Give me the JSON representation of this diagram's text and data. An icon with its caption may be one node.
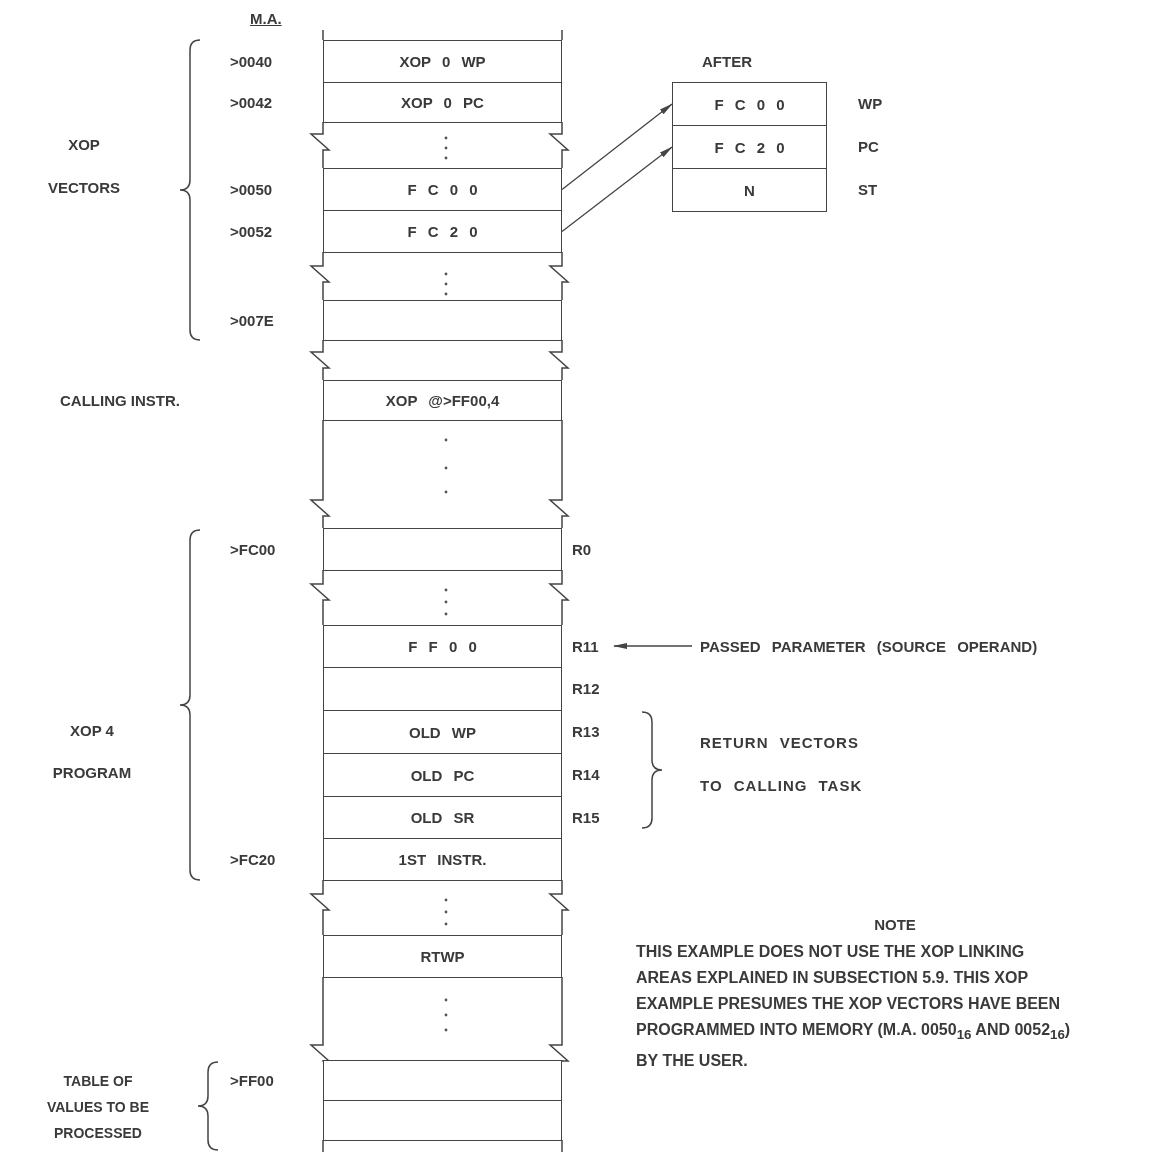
{
  "diagram": {
    "nodes": [
      {
        "text": [
          "XOP 0 WP"
        ],
        "beside": [
          ">0040"
        ]
      },
      {
        "text": [
          "XOP 0 PC"
        ],
        "beside": [
          ">0042"
        ]
      },
      {
        "text": [
          "F C 0 0"
        ],
        "beside": [
          ">0050"
        ]
      },
      {
        "text": [
          "F C 2 0"
        ],
        "beside": [
          ">0052"
        ]
      },
      {
        "text": [],
        "shape": "box",
        "beside": [
          ">007E"
        ]
      },
      {
        "text": [
          "XOP @>FF00,4"
        ]
      },
      {
        "text": [],
        "shape": "box",
        "beside": [
          ">FC00",
          "R0"
        ]
      },
      {
        "text": [
          "F F 0 0"
        ]
      },
      {
        "text": [],
        "shape": "box",
        "beside": [
          "R12"
        ]
      },
      {
        "text": [
          "OLD WP"
        ],
        "beside": [
          "R13"
        ]
      },
      {
        "text": [
          "OLD PC"
        ],
        "beside": [
          "R14"
        ]
      },
      {
        "text": [
          "OLD SR"
        ],
        "beside": [
          "R15"
        ]
      },
      {
        "text": [
          "1ST INSTR."
        ],
        "beside": [
          ">FC20"
        ]
      },
      {
        "text": [
          "RTWP"
        ]
      },
      {
        "text": [],
        "shape": "box",
        "beside": [
          ">FF00"
        ]
      },
      {
        "text": [],
        "shape": "box"
      },
      {
        "text": [
          "F C 0 0"
        ],
        "beside": [
          "WP"
        ]
      },
      {
        "text": [
          "F C 2 0"
        ],
        "beside": [
          "PC"
        ]
      },
      {
        "text": [
          "N"
        ],
        "beside": [
          "ST"
        ]
      },
      {
        "text": [
          "R11"
        ]
      },
      {
        "text": [
          "PASSED PARAMETER (SOURCE OPERAND)"
        ]
      }
    ],
    "edges": [
      {
        "from": 2,
        "to": 16,
        "arrow": "to"
      },
      {
        "from": 3,
        "to": 17,
        "arrow": "to"
      },
      {
        "from": 20,
        "to": 19,
        "arrow": "to"
      }
    ],
    "labels": [
      "M.A.",
      "XOP",
      "VECTORS",
      "CALLING INSTR.",
      "XOP 4",
      "PROGRAM",
      "RETURN VECTORS",
      "TO CALLING TASK",
      "TABLE OF VALUES TO BE PROCESSED",
      "AFTER",
      "NOTE",
      "THIS EXAMPLE DOES NOT USE THE XOP LINKING AREAS EXPLAINED IN SUBSECTION 5.9. THIS XOP EXAMPLE PRESUMES THE XOP VECTORS HAVE BEEN PROGRAMMED INTO MEMORY (M.A. 0050$_{16}$ AND 0052$_{16}$) BY THE USER."
    ]
  }
}
